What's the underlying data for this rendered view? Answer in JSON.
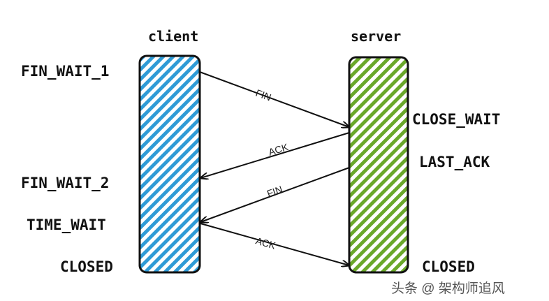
{
  "client": {
    "title": "client",
    "states": [
      "FIN_WAIT_1",
      "FIN_WAIT_2",
      "TIME_WAIT",
      "CLOSED"
    ],
    "color": "#2f9bd6"
  },
  "server": {
    "title": "server",
    "states": [
      "CLOSE_WAIT",
      "LAST_ACK",
      "CLOSED"
    ],
    "color": "#6aa82a"
  },
  "messages": [
    {
      "label": "FIN",
      "from": "client",
      "to": "server"
    },
    {
      "label": "ACK",
      "from": "server",
      "to": "client"
    },
    {
      "label": "FIN",
      "from": "server",
      "to": "client"
    },
    {
      "label": "ACK",
      "from": "client",
      "to": "server"
    }
  ],
  "watermark": "头条 @ 架构师追风"
}
